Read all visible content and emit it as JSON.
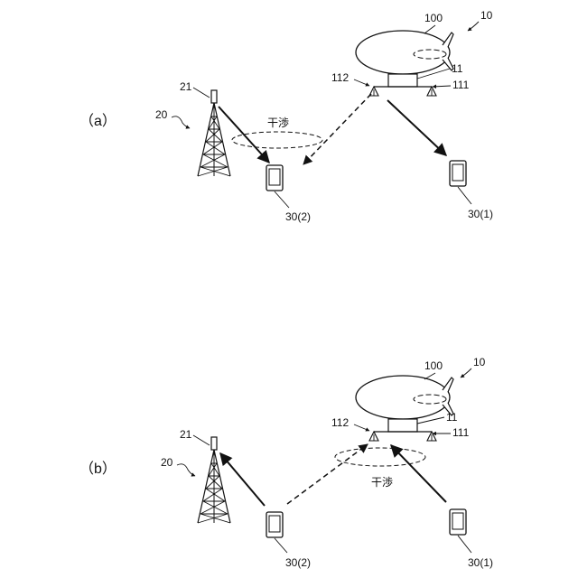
{
  "panel_a": {
    "panel_label": "（a）",
    "label_10": "10",
    "label_100": "100",
    "label_11": "11",
    "label_112": "112",
    "label_111": "111",
    "label_21": "21",
    "label_20": "20",
    "label_interference": "干渉",
    "label_30_2": "30(2)",
    "label_30_1": "30(1)"
  },
  "panel_b": {
    "panel_label": "（b）",
    "label_10": "10",
    "label_100": "100",
    "label_11": "11",
    "label_112": "112",
    "label_111": "111",
    "label_21": "21",
    "label_20": "20",
    "label_interference": "干渉",
    "label_30_2": "30(2)",
    "label_30_1": "30(1)"
  }
}
